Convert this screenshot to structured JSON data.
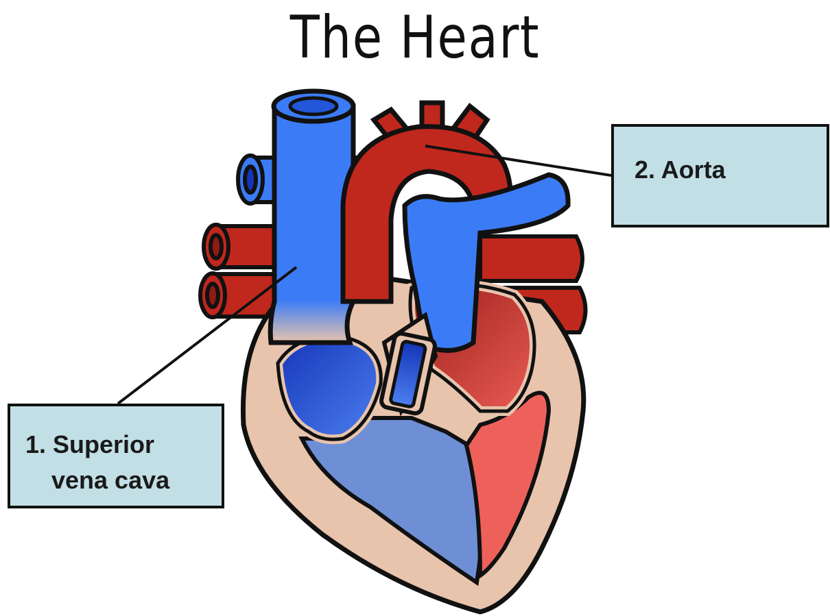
{
  "title": "The Heart",
  "labels": {
    "label1_line1": "1. Superior",
    "label1_line2": "vena cava",
    "label2": "2. Aorta"
  },
  "colors": {
    "deoxygenated_blue": "#3b7bf5",
    "dark_blue": "#1535b8",
    "oxygenated_red": "#c0281d",
    "light_red": "#ee615a",
    "muscle_tan": "#e8c4ad",
    "ventricle_blue": "#6e8fd6",
    "label_box": "#c2dfe6"
  }
}
